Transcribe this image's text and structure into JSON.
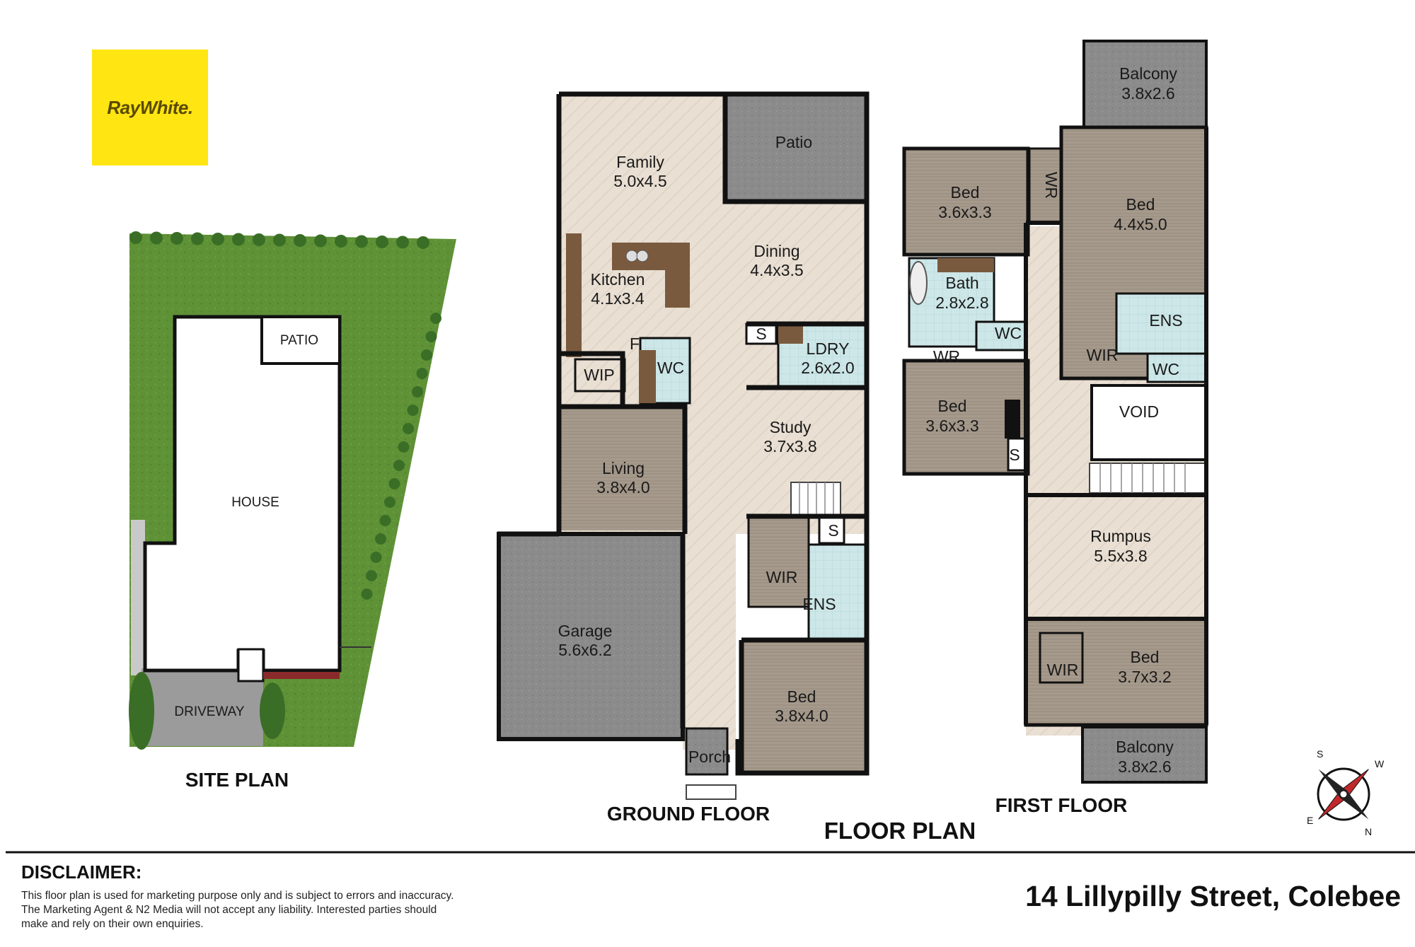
{
  "brand": {
    "logo_text": "RayWhite.",
    "color": "#FFE512"
  },
  "site_plan": {
    "title": "SITE PLAN",
    "house_label": "HOUSE",
    "patio_label": "PATIO",
    "driveway_label": "DRIVEWAY"
  },
  "floor_plan_title": "FLOOR PLAN",
  "ground_floor": {
    "title": "GROUND FLOOR",
    "rooms": {
      "family": {
        "name": "Family",
        "dims": "5.0x4.5"
      },
      "patio": {
        "name": "Patio"
      },
      "kitchen": {
        "name": "Kitchen",
        "dims": "4.1x3.4"
      },
      "dining": {
        "name": "Dining",
        "dims": "4.4x3.5"
      },
      "fridge": {
        "name": "F"
      },
      "wip": {
        "name": "WIP"
      },
      "wc": {
        "name": "WC"
      },
      "store": {
        "name": "S"
      },
      "laundry": {
        "name": "LDRY",
        "dims": "2.6x2.0"
      },
      "living": {
        "name": "Living",
        "dims": "3.8x4.0"
      },
      "study": {
        "name": "Study",
        "dims": "3.7x3.8"
      },
      "stair_store": {
        "name": "S"
      },
      "wir": {
        "name": "WIR"
      },
      "ens": {
        "name": "ENS"
      },
      "garage": {
        "name": "Garage",
        "dims": "5.6x6.2"
      },
      "bed": {
        "name": "Bed",
        "dims": "3.8x4.0"
      },
      "porch": {
        "name": "Porch"
      }
    }
  },
  "first_floor": {
    "title": "FIRST FLOOR",
    "rooms": {
      "balcony_top": {
        "name": "Balcony",
        "dims": "3.8x2.6"
      },
      "bed1": {
        "name": "Bed",
        "dims": "3.6x3.3"
      },
      "wr_vertical": {
        "name": "WR"
      },
      "bed_master": {
        "name": "Bed",
        "dims": "4.4x5.0"
      },
      "bath": {
        "name": "Bath",
        "dims": "2.8x2.8"
      },
      "wc1": {
        "name": "WC"
      },
      "ens": {
        "name": "ENS"
      },
      "wr": {
        "name": "WR"
      },
      "wir_master": {
        "name": "WIR"
      },
      "wc2": {
        "name": "WC"
      },
      "bed2": {
        "name": "Bed",
        "dims": "3.6x3.3"
      },
      "void": {
        "name": "VOID"
      },
      "store": {
        "name": "S"
      },
      "rumpus": {
        "name": "Rumpus",
        "dims": "5.5x3.8"
      },
      "wir": {
        "name": "WIR"
      },
      "bed3": {
        "name": "Bed",
        "dims": "3.7x3.2"
      },
      "balcony_bottom": {
        "name": "Balcony",
        "dims": "3.8x2.6"
      }
    }
  },
  "compass": {
    "n": "N",
    "s": "S",
    "e": "E",
    "w": "W"
  },
  "disclaimer": {
    "title": "DISCLAIMER:",
    "line1": "This floor plan is used for marketing purpose only and is subject to errors and inaccuracy.",
    "line2": "The Marketing Agent & N2 Media will not accept any liability. Interested parties should",
    "line3": "make and rely on their own enquiries."
  },
  "address": "14 Lillypilly Street, Colebee",
  "colors": {
    "wall": "#111111",
    "floor": "#e9dfd3",
    "wood": "#a69a8c",
    "tile": "#cde7e8",
    "outdoor": "#8a8a8a",
    "lawn": "#5f9136",
    "hedge": "#3a6e26"
  }
}
